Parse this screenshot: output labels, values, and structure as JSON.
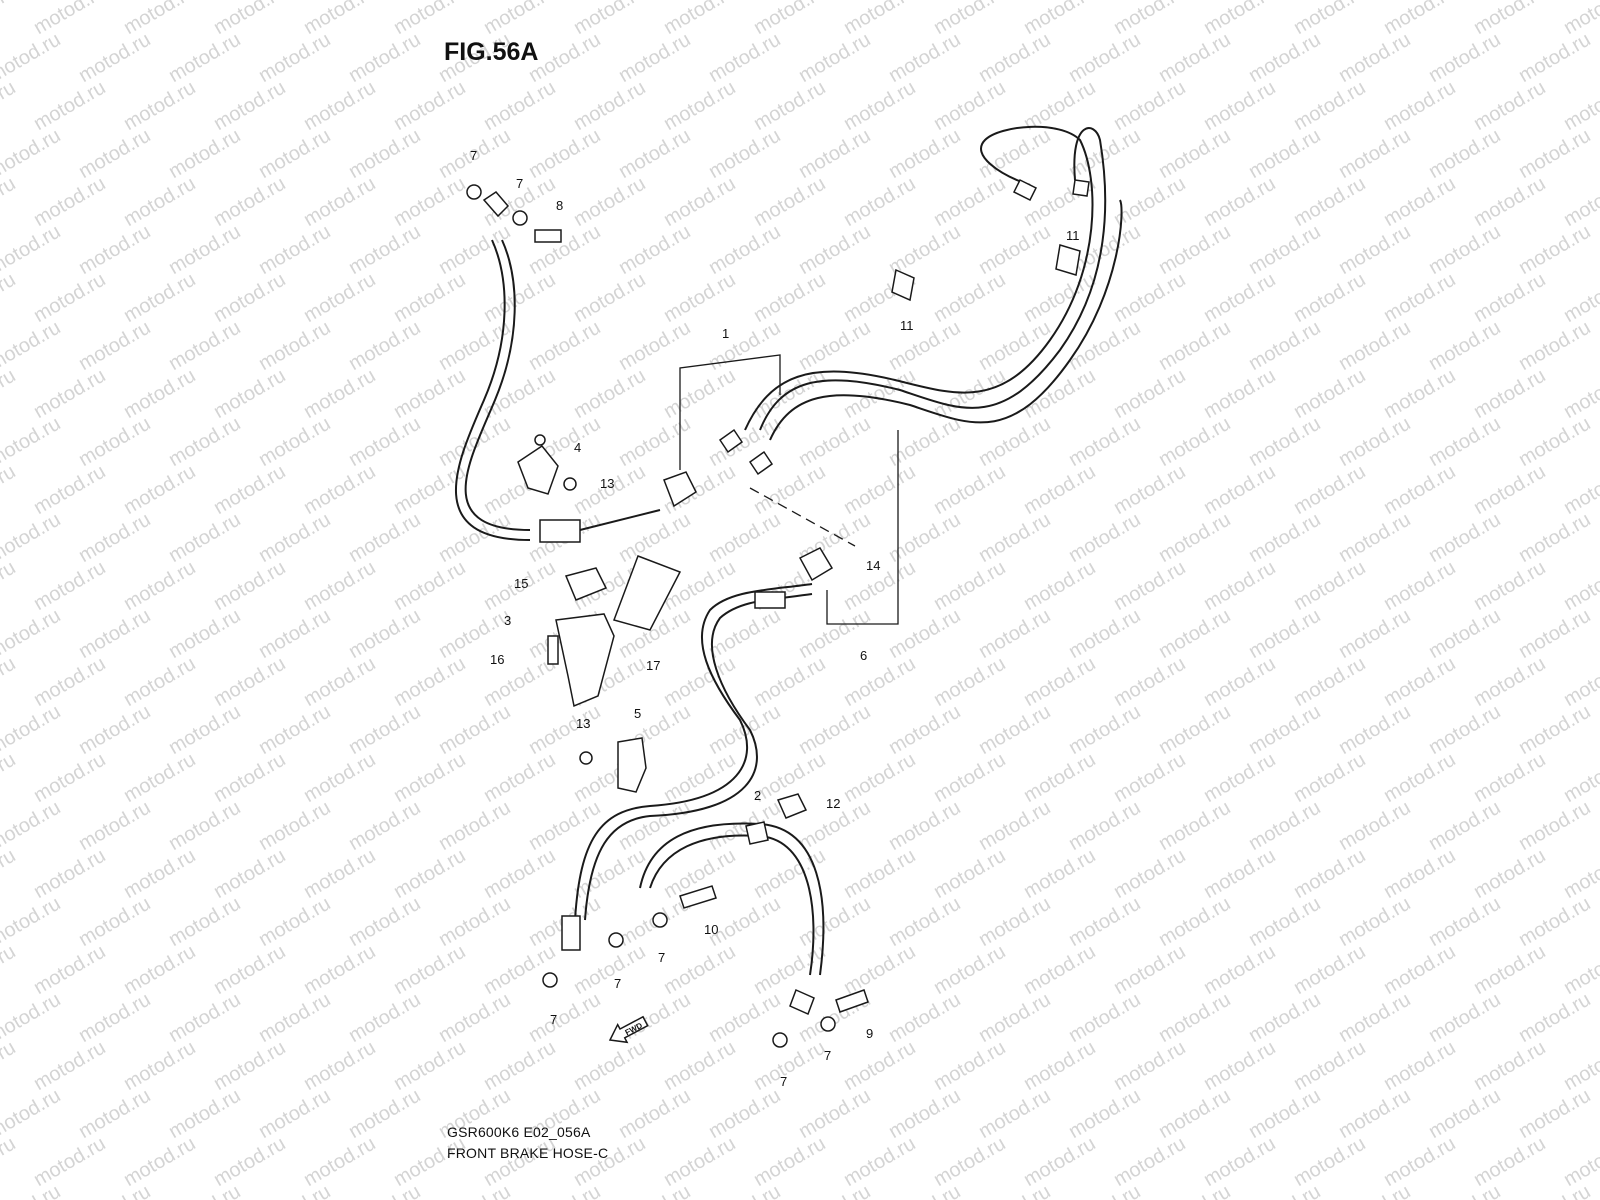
{
  "figure": {
    "title": "FIG.56A",
    "code": "GSR600K6 E02_056A",
    "name": "FRONT BRAKE HOSE-C"
  },
  "watermark": {
    "text": "motod.ru",
    "color": "#d4d4d4"
  },
  "direction_marker": {
    "text": "FWD",
    "icon": "forward-arrow-icon"
  },
  "callouts": [
    "1",
    "2",
    "3",
    "4",
    "5",
    "6",
    "7",
    "8",
    "9",
    "10",
    "11",
    "12",
    "13",
    "14",
    "15",
    "16",
    "17"
  ]
}
